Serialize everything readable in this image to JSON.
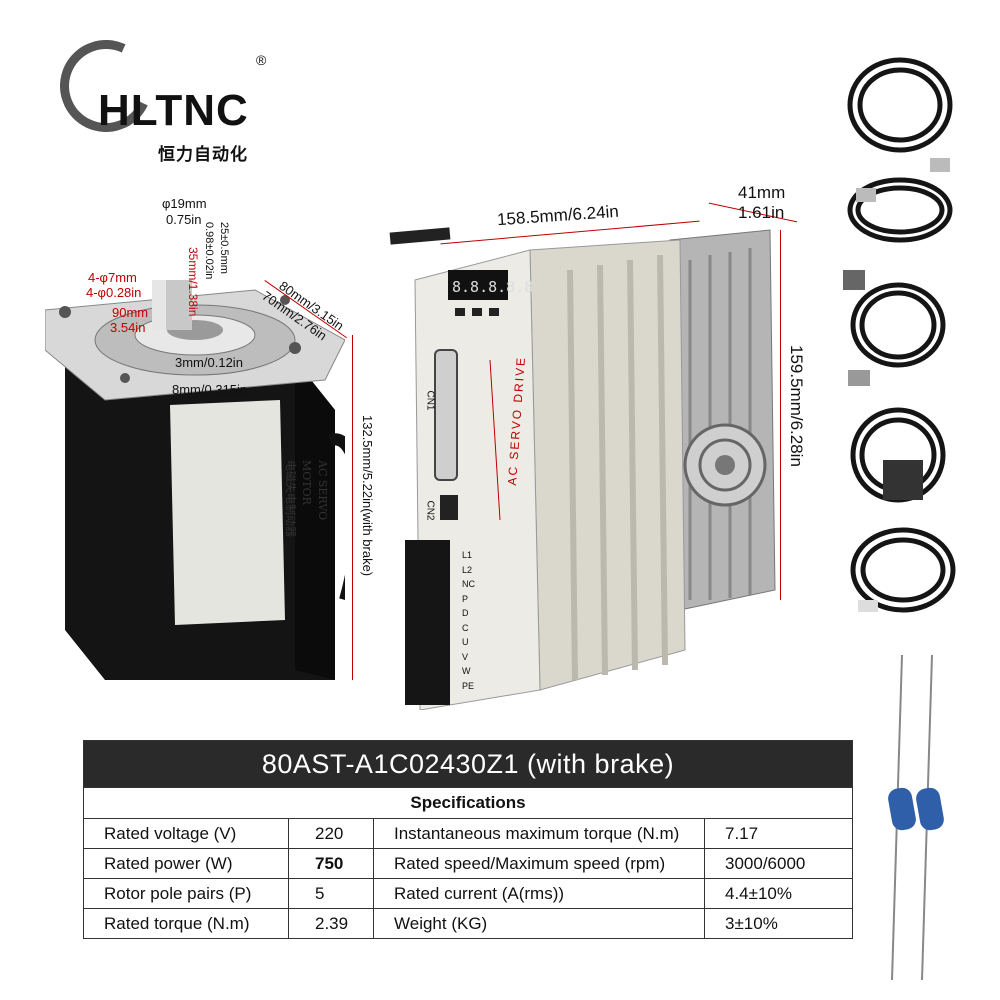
{
  "logo": {
    "brand": "HLTNC",
    "registered": "®",
    "subtitle": "恒力自动化"
  },
  "motor": {
    "label_lines": [
      "AC SERVO MOTOR",
      "电磁失电制动器"
    ],
    "dims": {
      "shaft_dia_mm": "φ19mm",
      "shaft_dia_in": "0.75in",
      "key_len": "25±0.5mm",
      "key_len_in": "0.98±0.02in",
      "shaft_len": "35mm/1.38in",
      "hole_mm": "4-φ7mm",
      "hole_in": "4-φ0.28in",
      "pcd_mm": "90mm",
      "pcd_in": "3.54in",
      "flange": "80mm/3.15in",
      "pilot": "70mm/2.76in",
      "step": "3mm/0.12in",
      "flange_thick": "8mm/0.315in",
      "length": "132.5mm/5.22in(with brake)"
    }
  },
  "drive": {
    "label": "AC SERVO DRIVE",
    "display": "8.8.8.8.8",
    "ports": [
      "CN1",
      "CN2"
    ],
    "terminals": [
      "L1",
      "L2",
      "NC",
      "P",
      "D",
      "C",
      "U",
      "V",
      "W",
      "PE"
    ],
    "dims": {
      "width": "158.5mm/6.24in",
      "depth_mm": "41mm",
      "depth_in": "1.61in",
      "height": "159.5mm/6.28in"
    }
  },
  "table": {
    "title": "80AST-A1C02430Z1  (with  brake)",
    "subtitle": "Specifications",
    "rows": [
      [
        "Rated voltage (V)",
        "220",
        "Instantaneous maximum torque (N.m)",
        "7.17"
      ],
      [
        "Rated power (W)",
        "750",
        "Rated speed/Maximum speed (rpm)",
        "3000/6000"
      ],
      [
        "Rotor pole pairs (P)",
        "5",
        "Rated current (A(rms))",
        "4.4±10%"
      ],
      [
        "Rated torque (N.m)",
        "2.39",
        "Weight (KG)",
        "3±10%"
      ]
    ]
  },
  "accessories": {
    "cables": 5,
    "resistors": 2
  }
}
